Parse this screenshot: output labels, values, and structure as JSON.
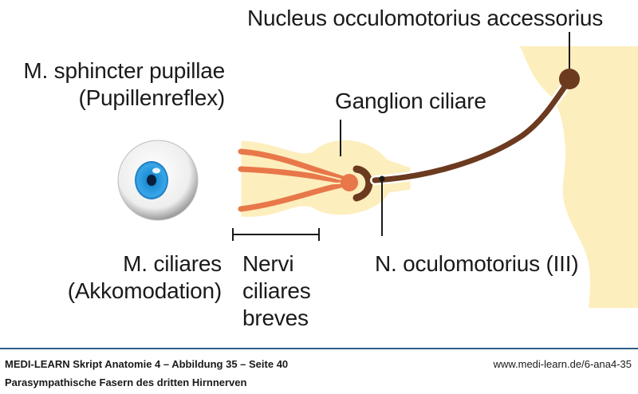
{
  "labels": {
    "nucleus": "Nucleus occulomotorius accessorius",
    "sphincter_line1": "M. sphincter pupillae",
    "sphincter_line2": "(Pupillenreflex)",
    "ganglion": "Ganglion ciliare",
    "ciliares_line1": "M. ciliares",
    "ciliares_line2": "(Akkomodation)",
    "nervi_line1": "Nervi",
    "nervi_line2": "ciliares",
    "nervi_line3": "breves",
    "oculomotorius": "N. oculomotorius (III)"
  },
  "footer": {
    "title": "MEDI-LEARN Skript Anatomie 4 – Abbildung 35 – Seite 40",
    "url": "www.medi-learn.de/6-ana4-35",
    "subtitle": "Parasympathische Fasern des dritten Hirnnerven"
  },
  "colors": {
    "brainstem_fill": "#fdeebd",
    "ganglion_fill": "#fdeebd",
    "nerve_brown": "#6b3a1f",
    "fiber_orange": "#e8774a",
    "eye_iris": "#1e8fd6",
    "footer_rule": "#2f5d8a"
  },
  "icons": {
    "eye": "eye-icon"
  }
}
